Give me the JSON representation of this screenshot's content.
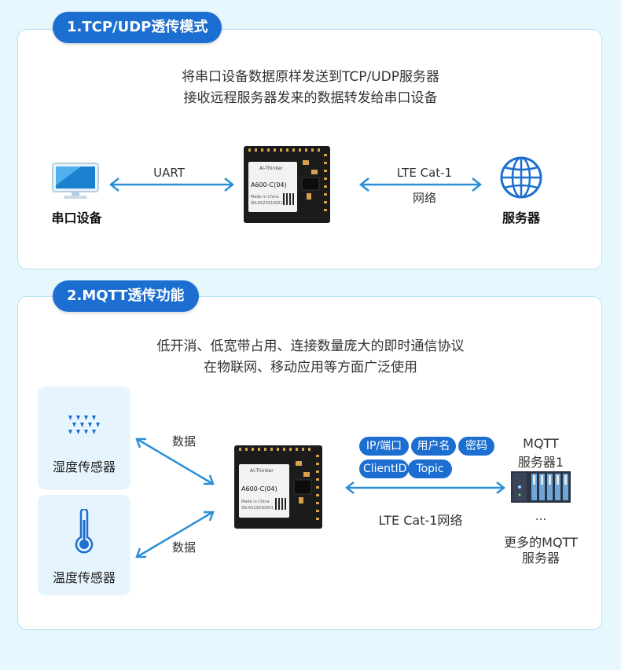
{
  "section1": {
    "title": "1.TCP/UDP透传模式",
    "desc_line1": "将串口设备数据原样发送到TCP/UDP服务器",
    "desc_line2": "接收远程服务器发来的数据转发给串口设备",
    "uart_label": "UART",
    "lte_label": "LTE Cat-1",
    "network_label": "网络",
    "serial_device_label": "串口设备",
    "server_label": "服务器",
    "module": {
      "brand": "Ai-Thinker",
      "model": "A600-C(04)",
      "made_in": "Made in China",
      "serial": "SN:AS23010001"
    }
  },
  "section2": {
    "title": "2.MQTT透传功能",
    "desc_line1": "低开消、低宽带占用、连接数量庞大的即时通信协议",
    "desc_line2": "在物联网、移动应用等方面广泛使用",
    "sensor1_label": "湿度传感器",
    "sensor2_label": "温度传感器",
    "data_label_top": "数据",
    "data_label_bottom": "数据",
    "chips": [
      "IP/端口",
      "用户名",
      "密码",
      "ClientID",
      "Topic"
    ],
    "network_label": "LTE Cat-1网络",
    "mqtt_server_line1": "MQTT",
    "mqtt_server_line2": "服务器1",
    "ellipsis": "...",
    "more_line1": "更多的MQTT",
    "more_line2": "服务器",
    "module": {
      "brand": "Ai-Thinker",
      "model": "A600-C(04)",
      "made_in": "Made in China",
      "serial": "SN:AS23010001"
    }
  },
  "colors": {
    "accent": "#1c6fd0",
    "arrow": "#2a8fd6",
    "background": "#e6f7fd",
    "sensor_bg": "#e6f4fd"
  }
}
